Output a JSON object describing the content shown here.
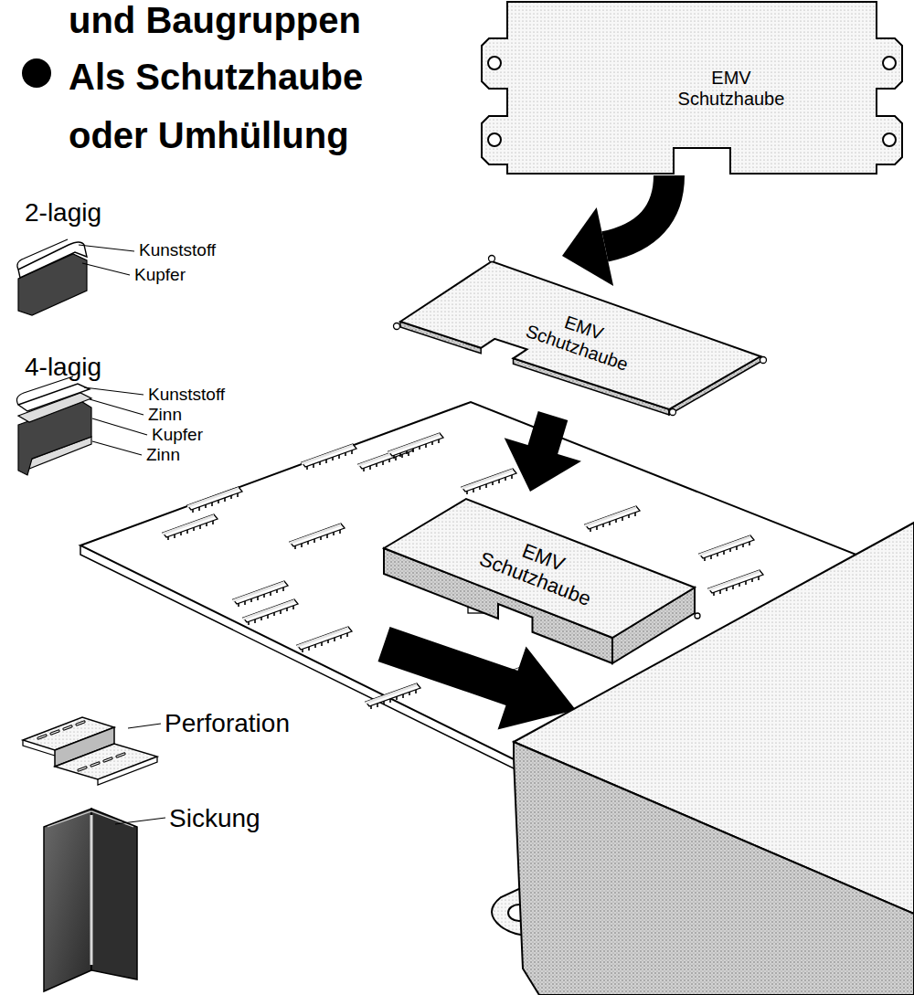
{
  "diagram": {
    "nodes": [
      {
        "text": [
          "EMV Schutzhaube"
        ]
      },
      {
        "text": [
          "EMV Schutzhaube"
        ]
      },
      {
        "text": [
          "EMV Schutzhaube"
        ]
      }
    ],
    "edges": [
      {
        "from": 0,
        "to": 1,
        "arrow": "to"
      },
      {
        "from": 1,
        "to": 2,
        "arrow": "to"
      }
    ],
    "labels": [
      "und Baugruppen",
      "Als Schutzhaube oder Umhüllung",
      "2-lagig",
      "Kunststoff",
      "Kupfer",
      "4-lagig",
      "Kunststoff",
      "Zinn",
      "Kupfer",
      "Zinn",
      "Perforation",
      "Sickung"
    ]
  }
}
